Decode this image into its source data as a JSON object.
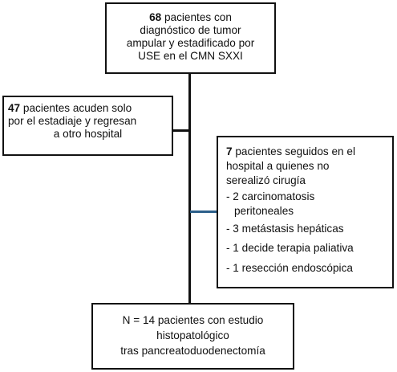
{
  "top_box": {
    "count": "68",
    "line1": " pacientes con",
    "line2": "diagnóstico de tumor",
    "line3": "ampular y estadificado por",
    "line4": "USE en el CMN SXXI"
  },
  "left_box": {
    "count": "47",
    "line1": " pacientes acuden solo",
    "line2": "por el estadiaje y regresan",
    "line3": "a otro hospital"
  },
  "right_box": {
    "count": "7",
    "line1": " pacientes seguidos en el",
    "line2": "hospital a quienes no",
    "line3": "serealizó cirugía",
    "items": [
      "- 2 carcinomatosis",
      "peritoneales",
      "- 3 metástasis hepáticas",
      "- 1 decide terapia paliativa",
      "- 1 resección endoscópica"
    ]
  },
  "bottom_box": {
    "line1": "N = 14 pacientes con estudio",
    "line2": "histopatológico",
    "line3": "tras pancreatoduodenectomía"
  },
  "colors": {
    "line": "#111111",
    "accent_connector": "#2c5f8a"
  }
}
